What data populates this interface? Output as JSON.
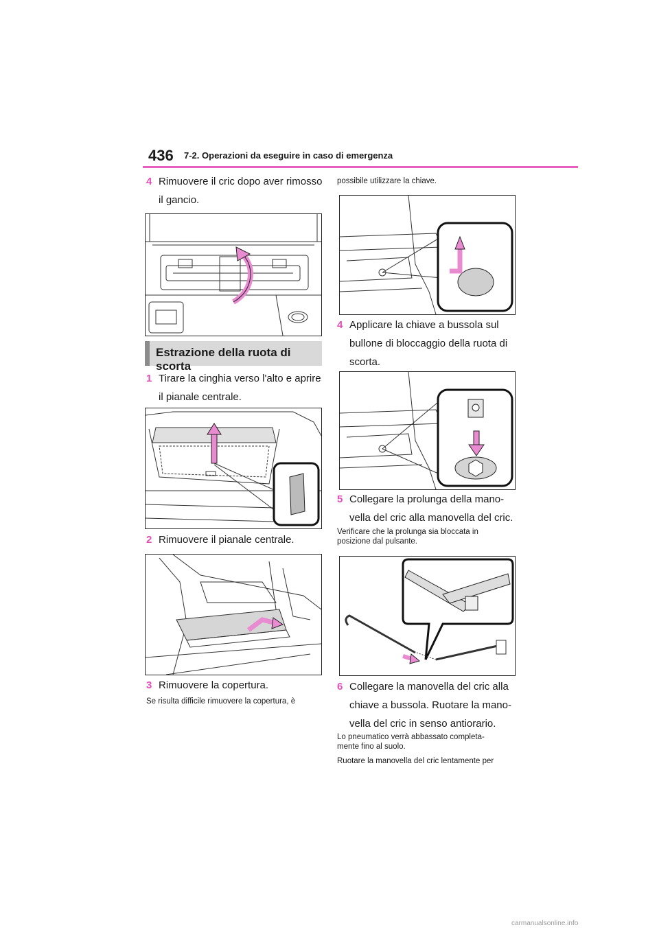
{
  "header": {
    "page_number": "436",
    "section": "7-2. Operazioni da eseguire in caso di emergenza",
    "accent_color": "#e85fc0"
  },
  "left": {
    "step4": {
      "num": "4",
      "lines": [
        "Rimuovere il cric dopo aver rimosso",
        "il gancio."
      ]
    },
    "heading": "Estrazione della ruota di scorta",
    "step1": {
      "num": "1",
      "lines": [
        "Tirare la cinghia verso l'alto e aprire",
        "il pianale centrale."
      ]
    },
    "step2": {
      "num": "2",
      "lines": [
        "Rimuovere il pianale centrale."
      ]
    },
    "step3": {
      "num": "3",
      "lines": [
        "Rimuovere la copertura."
      ]
    },
    "note3": "Se risulta difficile rimuovere la copertura, è"
  },
  "right": {
    "note_top": "possibile utilizzare la chiave.",
    "step4": {
      "num": "4",
      "lines": [
        "Applicare la chiave a bussola sul",
        "bullone di bloccaggio della ruota di",
        "scorta."
      ]
    },
    "step5": {
      "num": "5",
      "lines": [
        "Collegare la prolunga della mano-",
        "vella del cric alla manovella del cric."
      ]
    },
    "note5": [
      "Verificare che la prolunga sia bloccata in",
      "posizione dal pulsante."
    ],
    "step6": {
      "num": "6",
      "lines": [
        "Collegare la manovella del cric alla",
        "chiave a bussola. Ruotare la mano-",
        "vella del cric in senso antiorario."
      ]
    },
    "note6a": [
      "Lo pneumatico verrà abbassato completa-",
      "mente fino al suolo."
    ],
    "note6b": "Ruotare la manovella del cric lentamente per"
  },
  "footer": {
    "watermark": "carmanualsonline.info"
  },
  "icons": [
    "pink-arrow-icon",
    "callout-zoom-icon"
  ]
}
